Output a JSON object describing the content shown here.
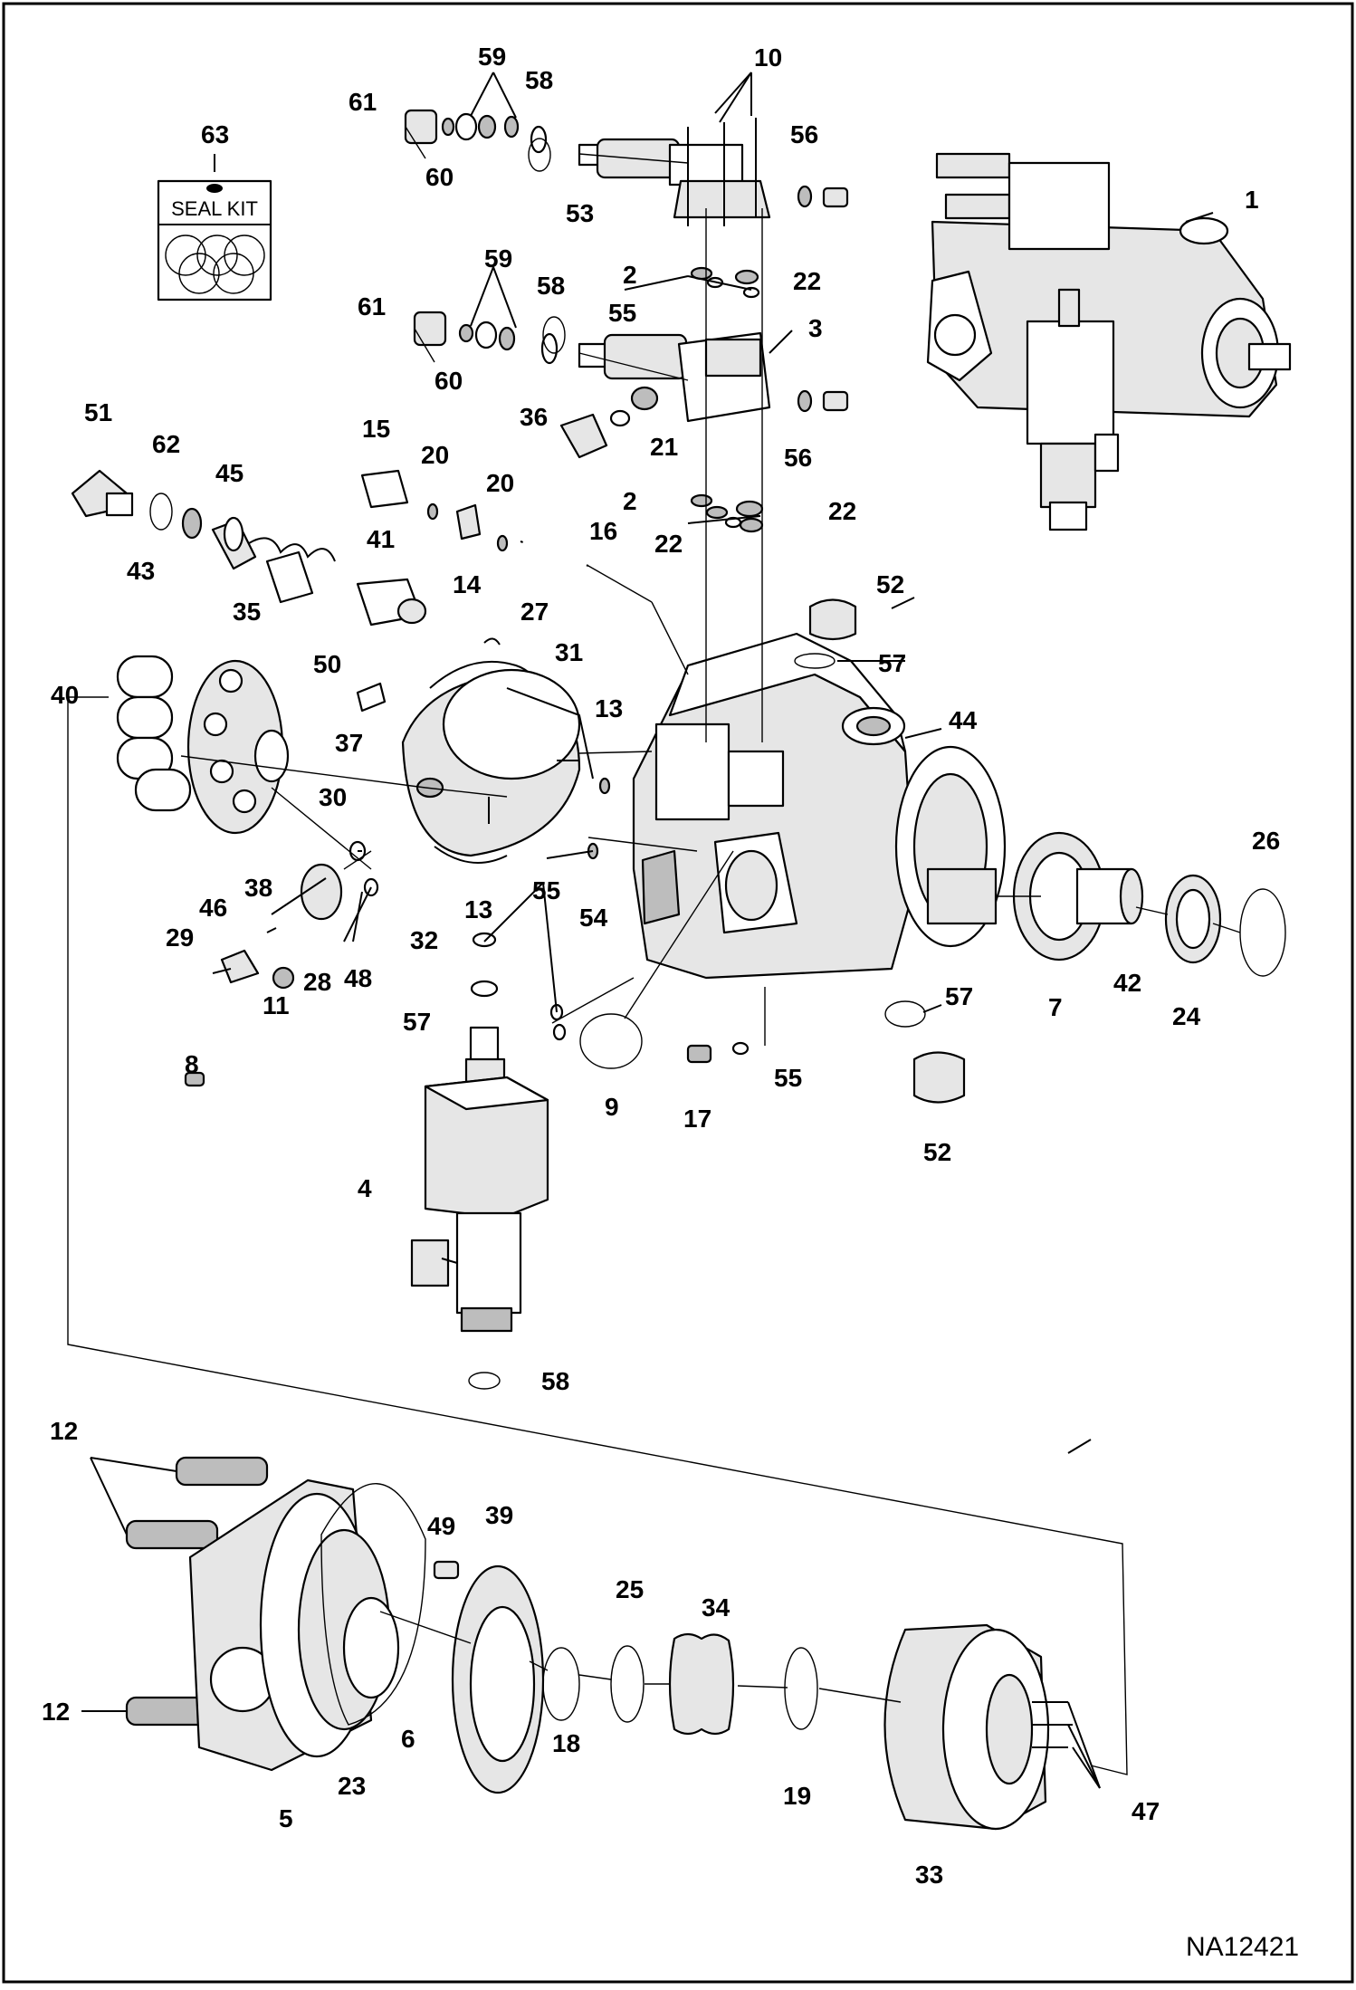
{
  "drawing_id": "NA12421",
  "seal_kit": {
    "text": "SEAL KIT"
  },
  "callouts": [
    {
      "id": "c1",
      "text": "1"
    },
    {
      "id": "c2a",
      "text": "2"
    },
    {
      "id": "c2b",
      "text": "2"
    },
    {
      "id": "c3",
      "text": "3"
    },
    {
      "id": "c4",
      "text": "4"
    },
    {
      "id": "c5",
      "text": "5"
    },
    {
      "id": "c6",
      "text": "6"
    },
    {
      "id": "c7",
      "text": "7"
    },
    {
      "id": "c8",
      "text": "8"
    },
    {
      "id": "c9",
      "text": "9"
    },
    {
      "id": "c10",
      "text": "10"
    },
    {
      "id": "c11",
      "text": "11"
    },
    {
      "id": "c12a",
      "text": "12"
    },
    {
      "id": "c12b",
      "text": "12"
    },
    {
      "id": "c13a",
      "text": "13"
    },
    {
      "id": "c13b",
      "text": "13"
    },
    {
      "id": "c14",
      "text": "14"
    },
    {
      "id": "c15",
      "text": "15"
    },
    {
      "id": "c16",
      "text": "16"
    },
    {
      "id": "c17",
      "text": "17"
    },
    {
      "id": "c18",
      "text": "18"
    },
    {
      "id": "c19",
      "text": "19"
    },
    {
      "id": "c20a",
      "text": "20"
    },
    {
      "id": "c20b",
      "text": "20"
    },
    {
      "id": "c21",
      "text": "21"
    },
    {
      "id": "c22a",
      "text": "22"
    },
    {
      "id": "c22b",
      "text": "22"
    },
    {
      "id": "c22c",
      "text": "22"
    },
    {
      "id": "c23",
      "text": "23"
    },
    {
      "id": "c24",
      "text": "24"
    },
    {
      "id": "c25",
      "text": "25"
    },
    {
      "id": "c26",
      "text": "26"
    },
    {
      "id": "c27",
      "text": "27"
    },
    {
      "id": "c28",
      "text": "28"
    },
    {
      "id": "c29",
      "text": "29"
    },
    {
      "id": "c30",
      "text": "30"
    },
    {
      "id": "c31",
      "text": "31"
    },
    {
      "id": "c32",
      "text": "32"
    },
    {
      "id": "c33",
      "text": "33"
    },
    {
      "id": "c34",
      "text": "34"
    },
    {
      "id": "c35",
      "text": "35"
    },
    {
      "id": "c36",
      "text": "36"
    },
    {
      "id": "c37",
      "text": "37"
    },
    {
      "id": "c38",
      "text": "38"
    },
    {
      "id": "c39",
      "text": "39"
    },
    {
      "id": "c40",
      "text": "40"
    },
    {
      "id": "c41",
      "text": "41"
    },
    {
      "id": "c42",
      "text": "42"
    },
    {
      "id": "c43",
      "text": "43"
    },
    {
      "id": "c44",
      "text": "44"
    },
    {
      "id": "c45",
      "text": "45"
    },
    {
      "id": "c46",
      "text": "46"
    },
    {
      "id": "c47",
      "text": "47"
    },
    {
      "id": "c48",
      "text": "48"
    },
    {
      "id": "c49",
      "text": "49"
    },
    {
      "id": "c50",
      "text": "50"
    },
    {
      "id": "c51",
      "text": "51"
    },
    {
      "id": "c52a",
      "text": "52"
    },
    {
      "id": "c52b",
      "text": "52"
    },
    {
      "id": "c53",
      "text": "53"
    },
    {
      "id": "c54",
      "text": "54"
    },
    {
      "id": "c55a",
      "text": "55"
    },
    {
      "id": "c55b",
      "text": "55"
    },
    {
      "id": "c55c",
      "text": "55"
    },
    {
      "id": "c56a",
      "text": "56"
    },
    {
      "id": "c56b",
      "text": "56"
    },
    {
      "id": "c57a",
      "text": "57"
    },
    {
      "id": "c57b",
      "text": "57"
    },
    {
      "id": "c57c",
      "text": "57"
    },
    {
      "id": "c58a",
      "text": "58"
    },
    {
      "id": "c58b",
      "text": "58"
    },
    {
      "id": "c58c",
      "text": "58"
    },
    {
      "id": "c59a",
      "text": "59"
    },
    {
      "id": "c59b",
      "text": "59"
    },
    {
      "id": "c60a",
      "text": "60"
    },
    {
      "id": "c60b",
      "text": "60"
    },
    {
      "id": "c61a",
      "text": "61"
    },
    {
      "id": "c61b",
      "text": "61"
    },
    {
      "id": "c62",
      "text": "62"
    },
    {
      "id": "c63",
      "text": "63"
    }
  ]
}
